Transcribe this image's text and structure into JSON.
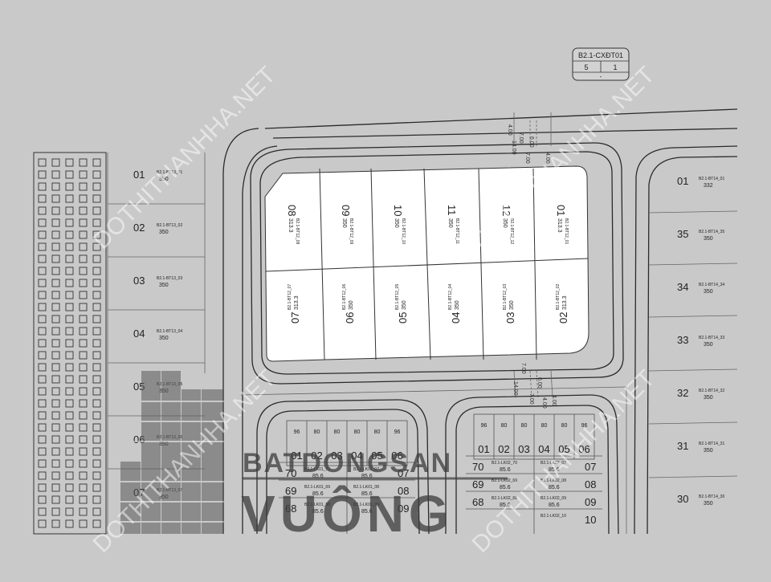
{
  "zone_tag": {
    "code": "B2.1-CXĐT01",
    "left": "5",
    "right": "1",
    "bottom": "-"
  },
  "watermarks": {
    "site": "DOTHITHANHHA.NET",
    "brand_top": "BATDONGSAN",
    "brand_bottom": "VUÔNG"
  },
  "road_dims": {
    "top": [
      "4.00",
      "6.00",
      "4.00",
      "7.00",
      "14.00",
      "7.00"
    ],
    "bottom": [
      "7.00",
      "6.00",
      "4.00",
      "14.00",
      "7.00",
      "4.00"
    ]
  },
  "bt12_lots": [
    {
      "num": "08",
      "code": "B2.1-BT12_08",
      "area": "313.3"
    },
    {
      "num": "09",
      "code": "B2.1-BT12_09",
      "area": "350"
    },
    {
      "num": "10",
      "code": "B2.1-BT12_10",
      "area": "350"
    },
    {
      "num": "11",
      "code": "B2.1-BT12_11",
      "area": "350"
    },
    {
      "num": "12",
      "code": "B2.1-BT12_12",
      "area": "350"
    },
    {
      "num": "01",
      "code": "B2.1-BT12_01",
      "area": "313.3"
    },
    {
      "num": "07",
      "code": "B2.1-BT12_07",
      "area": "313.3"
    },
    {
      "num": "06",
      "code": "B2.1-BT12_06",
      "area": "350"
    },
    {
      "num": "05",
      "code": "B2.1-BT12_05",
      "area": "350"
    },
    {
      "num": "04",
      "code": "B2.1-BT12_04",
      "area": "350"
    },
    {
      "num": "03",
      "code": "B2.1-BT12_03",
      "area": "350"
    },
    {
      "num": "02",
      "code": "B2.1-BT12_02",
      "area": "313.3"
    }
  ],
  "bt13_lots": [
    {
      "num": "01",
      "code": "B2.1-BT13_01",
      "area": "350"
    },
    {
      "num": "02",
      "code": "B2.1-BT13_02",
      "area": "350"
    },
    {
      "num": "03",
      "code": "B2.1-BT13_03",
      "area": "350"
    },
    {
      "num": "04",
      "code": "B2.1-BT13_04",
      "area": "350"
    },
    {
      "num": "05",
      "code": "B2.1-BT13_05",
      "area": "350"
    },
    {
      "num": "06",
      "code": "B2.1-BT13_06",
      "area": "350"
    },
    {
      "num": "07",
      "code": "B2.1-BT13_07",
      "area": "350"
    }
  ],
  "bt14_lots": [
    {
      "num": "01",
      "code": "B2.1-BT14_01",
      "area": "332"
    },
    {
      "num": "35",
      "code": "B2.1-BT14_35",
      "area": "350"
    },
    {
      "num": "34",
      "code": "B2.1-BT14_34",
      "area": "350"
    },
    {
      "num": "33",
      "code": "B2.1-BT14_33",
      "area": "350"
    },
    {
      "num": "32",
      "code": "B2.1-BT14_32",
      "area": "350"
    },
    {
      "num": "31",
      "code": "B2.1-BT14_31",
      "area": "350"
    },
    {
      "num": "30",
      "code": "B2.1-BT14_30",
      "area": "350"
    }
  ],
  "lk01_top": [
    {
      "num": "01",
      "area": "96"
    },
    {
      "num": "02",
      "area": "80"
    },
    {
      "num": "03",
      "area": "80"
    },
    {
      "num": "04",
      "area": "80"
    },
    {
      "num": "05",
      "area": "80"
    },
    {
      "num": "06",
      "area": "96"
    }
  ],
  "lk01_rows": [
    {
      "left_num": "70",
      "left_code": "B2.1-LK01_70",
      "left_area": "85.6",
      "right_num": "07",
      "right_code": "B2.1-LK01_07",
      "right_area": "85.6"
    },
    {
      "left_num": "69",
      "left_code": "B2.1-LK01_69",
      "left_area": "85.6",
      "right_num": "08",
      "right_code": "B2.1-LK01_08",
      "right_area": "85.6"
    },
    {
      "left_num": "68",
      "left_code": "B2.1-LK01_68",
      "left_area": "85.6",
      "right_num": "09",
      "right_code": "B2.1-LK01_09",
      "right_area": "85.6"
    }
  ],
  "lk02_top": [
    {
      "num": "01",
      "area": "96"
    },
    {
      "num": "02",
      "area": "80"
    },
    {
      "num": "03",
      "area": "80"
    },
    {
      "num": "04",
      "area": "80"
    },
    {
      "num": "05",
      "area": "80"
    },
    {
      "num": "06",
      "area": "96"
    }
  ],
  "lk02_rows": [
    {
      "left_num": "70",
      "left_code": "B2.1-LK02_70",
      "left_area": "85.6",
      "right_num": "07",
      "right_code": "B2.1-LK02_07",
      "right_area": "85.6"
    },
    {
      "left_num": "69",
      "left_code": "B2.1-LK02_69",
      "left_area": "85.6",
      "right_num": "08",
      "right_code": "B2.1-LK02_08",
      "right_area": "85.6"
    },
    {
      "left_num": "68",
      "left_code": "B2.1-LK02_68",
      "left_area": "85.6",
      "right_num": "09",
      "right_code": "B2.1-LK02_09",
      "right_area": "85.6"
    },
    {
      "left_num": "",
      "left_code": "",
      "left_area": "",
      "right_num": "10",
      "right_code": "B2.1-LK02_10",
      "right_area": ""
    }
  ]
}
